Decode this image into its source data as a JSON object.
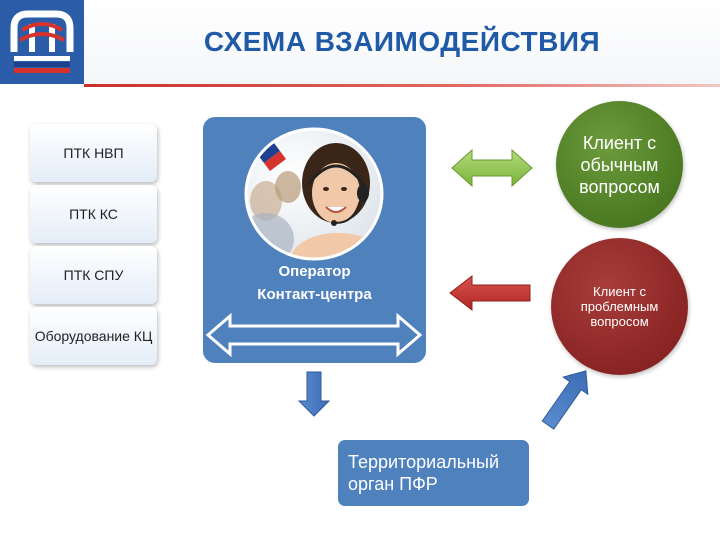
{
  "title": "СХЕМА ВЗАИМОДЕЙСТВИЯ",
  "ptk_items": [
    {
      "label": "ПТК НВП"
    },
    {
      "label": "ПТК КС"
    },
    {
      "label": "ПТК СПУ"
    },
    {
      "label": "Оборудование КЦ"
    }
  ],
  "operator": {
    "line1": "Оператор",
    "line2": "Контакт-центра"
  },
  "client_normal": "Клиент с обычным вопросом",
  "client_problem": "Клиент с проблемным вопросом",
  "territorial_body": "Территориальный орган ПФР",
  "colors": {
    "title": "#1f5aa7",
    "panel_blue": "#4f81bd",
    "green": "#4c7a22",
    "dark_red": "#8a2524",
    "arrow_green": "#8cc24a",
    "arrow_red": "#c0302d"
  }
}
